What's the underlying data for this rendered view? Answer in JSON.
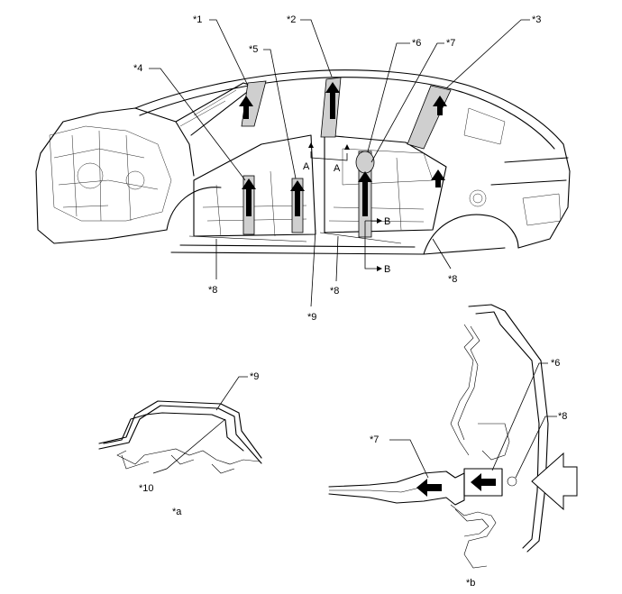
{
  "callouts": {
    "c1": "*1",
    "c2": "*2",
    "c3": "*3",
    "c4": "*4",
    "c5": "*5",
    "c6": "*6",
    "c7": "*7",
    "c8": "*8",
    "c9": "*9",
    "c10": "*10"
  },
  "section_marks": {
    "a": "A",
    "b": "B"
  },
  "views": {
    "a": "*a",
    "b": "*b"
  }
}
